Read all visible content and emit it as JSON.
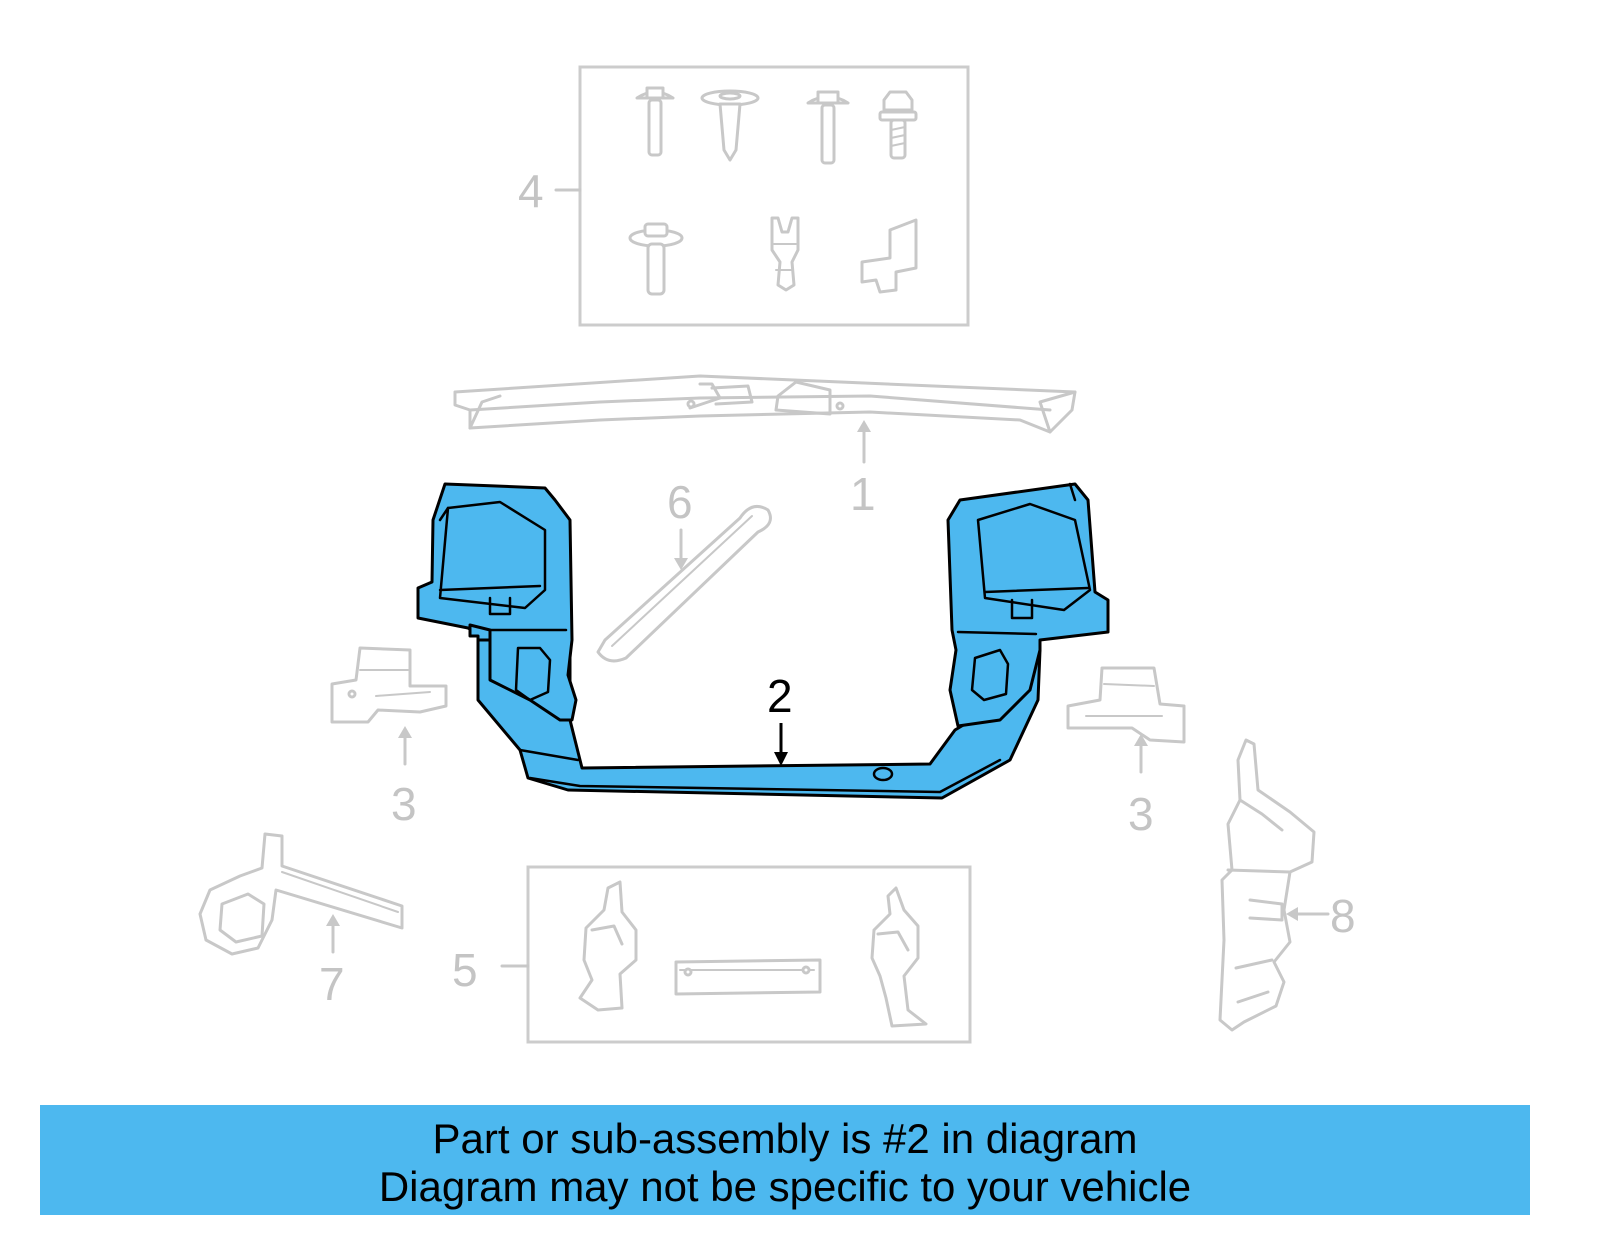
{
  "diagram": {
    "callouts": {
      "c1": "1",
      "c2": "2",
      "c3_left": "3",
      "c3_right": "3",
      "c4": "4",
      "c5": "5",
      "c6": "6",
      "c7": "7",
      "c8": "8"
    },
    "highlighted_part": "2",
    "highlight_color": "#4db8ef",
    "dimmed_color": "#c8c8c8"
  },
  "banner": {
    "line1": "Part or sub-assembly is #2 in diagram",
    "line2": "Diagram may not be specific to your vehicle",
    "color": "#4db8ef"
  }
}
